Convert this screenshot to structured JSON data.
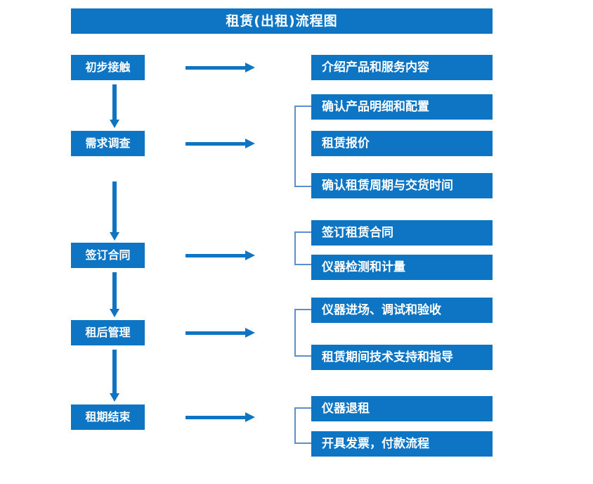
{
  "diagram": {
    "title": "租赁(出租)流程图",
    "accent_color": "#0d75c4",
    "arrow_color": "#0f75c2",
    "bracket_color": "#5b8fd0",
    "text_color": "#ffffff",
    "background_color": "#ffffff",
    "stages": [
      {
        "id": "stage-1",
        "label": "初步接触"
      },
      {
        "id": "stage-2",
        "label": "需求调查"
      },
      {
        "id": "stage-3",
        "label": "签订合同"
      },
      {
        "id": "stage-4",
        "label": "租后管理"
      },
      {
        "id": "stage-5",
        "label": "租期结束"
      }
    ],
    "details": [
      {
        "id": "detail-1",
        "label": "介绍产品和服务内容",
        "stage": "stage-1"
      },
      {
        "id": "detail-2",
        "label": "确认产品明细和配置",
        "stage": "stage-2"
      },
      {
        "id": "detail-3",
        "label": "租赁报价",
        "stage": "stage-2"
      },
      {
        "id": "detail-4",
        "label": "确认租赁周期与交货时间",
        "stage": "stage-2"
      },
      {
        "id": "detail-5",
        "label": "签订租赁合同",
        "stage": "stage-3"
      },
      {
        "id": "detail-6",
        "label": "仪器检测和计量",
        "stage": "stage-3"
      },
      {
        "id": "detail-7",
        "label": "仪器进场、调试和验收",
        "stage": "stage-4"
      },
      {
        "id": "detail-8",
        "label": "租赁期间技术支持和指导",
        "stage": "stage-4"
      },
      {
        "id": "detail-9",
        "label": "仪器退租",
        "stage": "stage-5"
      },
      {
        "id": "detail-10",
        "label": "开具发票，付款流程",
        "stage": "stage-5"
      }
    ],
    "connectors": {
      "stage_to_detail_arrows": 5,
      "stage_flow_arrows": 4,
      "group_brackets": 4
    }
  }
}
